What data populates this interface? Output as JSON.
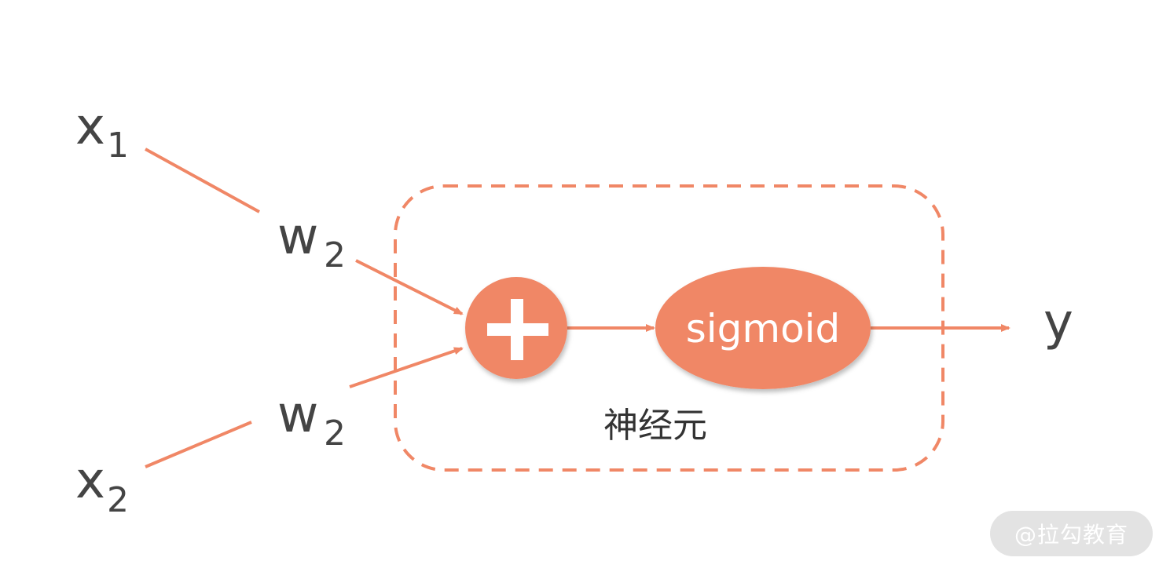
{
  "colors": {
    "accent": "#f08766",
    "text": "#444444",
    "node_text": "#ffffff",
    "watermark_bg": "#e3e3e3"
  },
  "inputs": {
    "x1": {
      "base": "x",
      "sub": "1"
    },
    "x2": {
      "base": "x",
      "sub": "2"
    }
  },
  "weights": {
    "upper": {
      "base": "w",
      "sub": "2"
    },
    "lower": {
      "base": "w",
      "sub": "2"
    }
  },
  "sum_node": {
    "symbol": "+"
  },
  "activation_node": {
    "label": "sigmoid"
  },
  "neuron_label": "神经元",
  "output": {
    "label": "y"
  },
  "watermark": "@拉勾教育"
}
